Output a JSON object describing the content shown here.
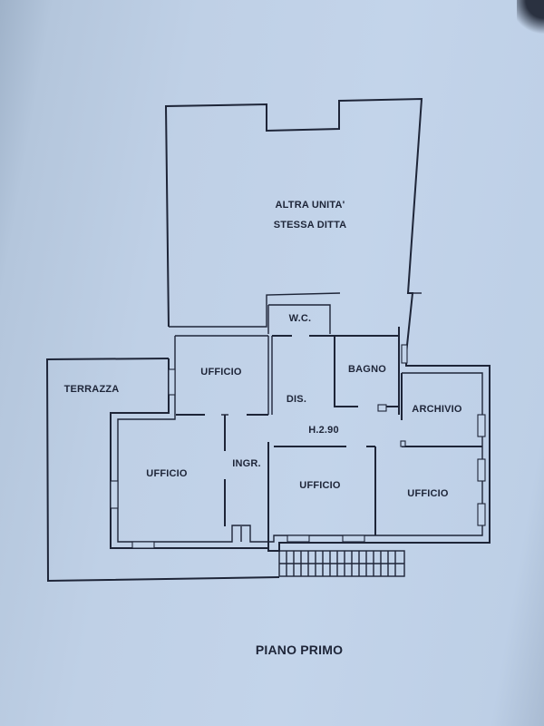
{
  "plan": {
    "title": "PIANO PRIMO",
    "ceiling_height": "H.2.90",
    "colors": {
      "paper": "#c3d4ea",
      "ink": "#1e2538"
    }
  },
  "rooms": {
    "other_unit_line1": "ALTRA UNITA'",
    "other_unit_line2": "STESSA DITTA",
    "wc": "W.C.",
    "office_top_left": "UFFICIO",
    "bathroom": "BAGNO",
    "hallway": "DIS.",
    "archive": "ARCHIVIO",
    "terrace": "TERRAZZA",
    "office_left": "UFFICIO",
    "entrance": "INGR.",
    "office_center": "UFFICIO",
    "office_right": "UFFICIO"
  }
}
